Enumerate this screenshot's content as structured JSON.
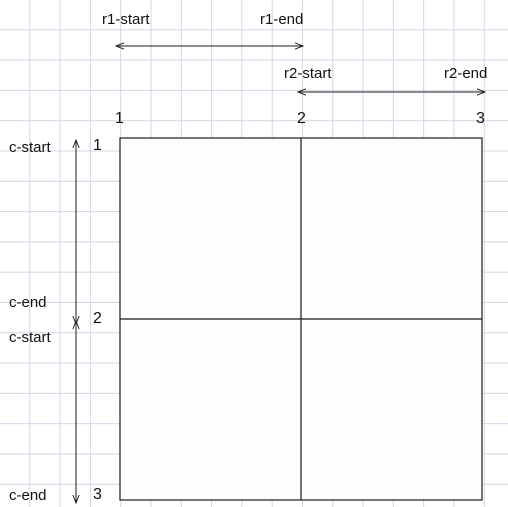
{
  "colors": {
    "grid_cell_fill": "#fdfdfb",
    "line": "#1a1a1a",
    "background_grid": "#d4d4e6"
  },
  "row_names": {
    "r1_start": "r1-start",
    "r1_end": "r1-end",
    "r2_start": "r2-start",
    "r2_end": "r2-end"
  },
  "column_names": {
    "c_start_1": "c-start",
    "c_end_1": "c-end",
    "c_start_2": "c-start",
    "c_end_2": "c-end"
  },
  "horizontal_line_numbers": [
    "1",
    "2",
    "3"
  ],
  "vertical_line_numbers": [
    "1",
    "2",
    "3"
  ]
}
